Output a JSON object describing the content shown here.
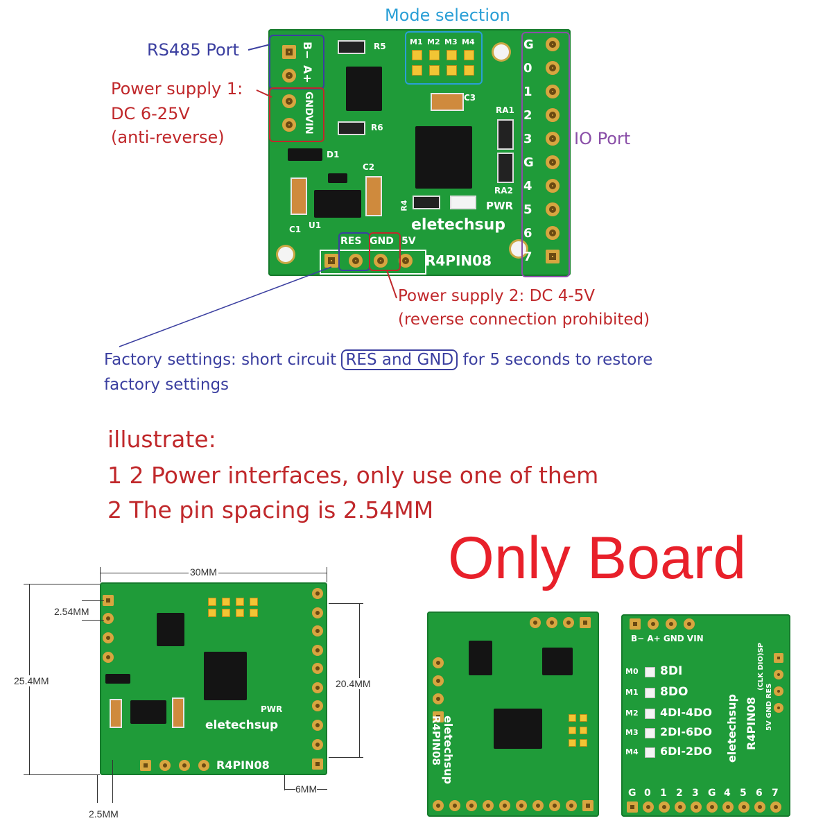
{
  "annotations": {
    "mode_selection": "Mode selection",
    "rs485_port": "RS485 Port",
    "power1_line1": "Power supply 1:",
    "power1_line2": "DC 6-25V",
    "power1_line3": "(anti-reverse)",
    "io_port": "IO Port",
    "power2_line1": "Power supply 2: DC 4-5V",
    "power2_line2": "(reverse connection prohibited)",
    "factory_pre": "Factory settings: short circuit ",
    "factory_box": "RES and GND",
    "factory_post": " for 5 seconds to restore",
    "factory_line2": "factory settings"
  },
  "notes": {
    "title": "illustrate:",
    "item1": "1 2 Power interfaces, only use one of them",
    "item2": "2 The pin spacing is 2.54MM"
  },
  "only_board": "Only Board",
  "board": {
    "brand": "eletechsup",
    "model": "R4PIN08",
    "pwr": "PWR",
    "mode_labels": [
      "M1",
      "M2",
      "M3",
      "M4"
    ],
    "io_labels": [
      "G",
      "0",
      "1",
      "2",
      "3",
      "G",
      "4",
      "5",
      "6",
      "7"
    ],
    "rs485_labels": [
      "B−",
      "A+"
    ],
    "power_labels": [
      "GND",
      "VIN"
    ],
    "bottom_labels": [
      "RES",
      "GND",
      "5V"
    ],
    "parts": [
      "R5",
      "R6",
      "C3",
      "RA1",
      "RA2",
      "D1",
      "C2",
      "C1",
      "U1",
      "R4"
    ]
  },
  "dimensions": {
    "width": "30MM",
    "pin_pitch": "2.54MM",
    "height": "25.4MM",
    "io_span": "20.4MM",
    "offset_left": "2.5MM",
    "offset_right": "6MM"
  },
  "back": {
    "modes": [
      "M0",
      "M1",
      "M2",
      "M3",
      "M4"
    ],
    "mode_text": [
      "8DI",
      "8DO",
      "4DI-4DO",
      "2DI-6DO",
      "6DI-2DO"
    ],
    "side": "(CLK DIO)SP",
    "side2": "5V GND RES",
    "top_labels": "B− A+ GND VIN",
    "bottom_io": [
      "G",
      "0",
      "1",
      "2",
      "3",
      "G",
      "4",
      "5",
      "6",
      "7"
    ]
  },
  "colors": {
    "pcb": "#1f9b39",
    "annotation_blue": "#3b3fa0",
    "annotation_red": "#c0282b",
    "annotation_purple": "#8a4fa8",
    "annotation_cyan": "#2a9fd6",
    "only_board_red": "#e8202a"
  }
}
